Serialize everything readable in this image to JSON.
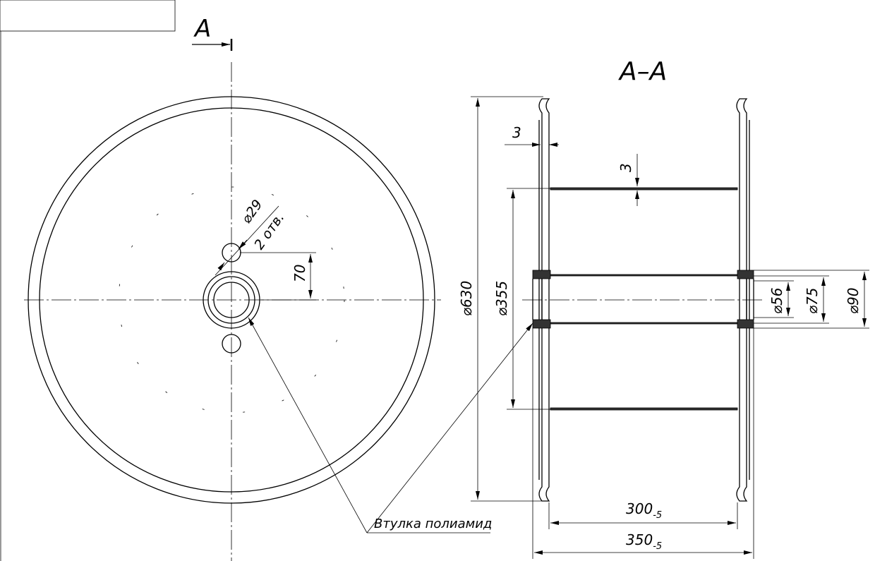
{
  "view_label": "А",
  "section_title": "А–А",
  "dims": {
    "wall_flange": "3",
    "wall_barrel": "3",
    "hole_dia": "⌀29",
    "hole_count": "2 отв.",
    "hole_offset": "70",
    "flange_dia": "⌀630",
    "barrel_dia": "⌀355",
    "bore_dia": "⌀56",
    "bush_dia": "⌀75",
    "hub_dia": "⌀90",
    "inner_width": "300",
    "inner_width_tol": "-5",
    "outer_width": "350",
    "outer_width_tol": "-5"
  },
  "callout": "Втулка полиамид"
}
